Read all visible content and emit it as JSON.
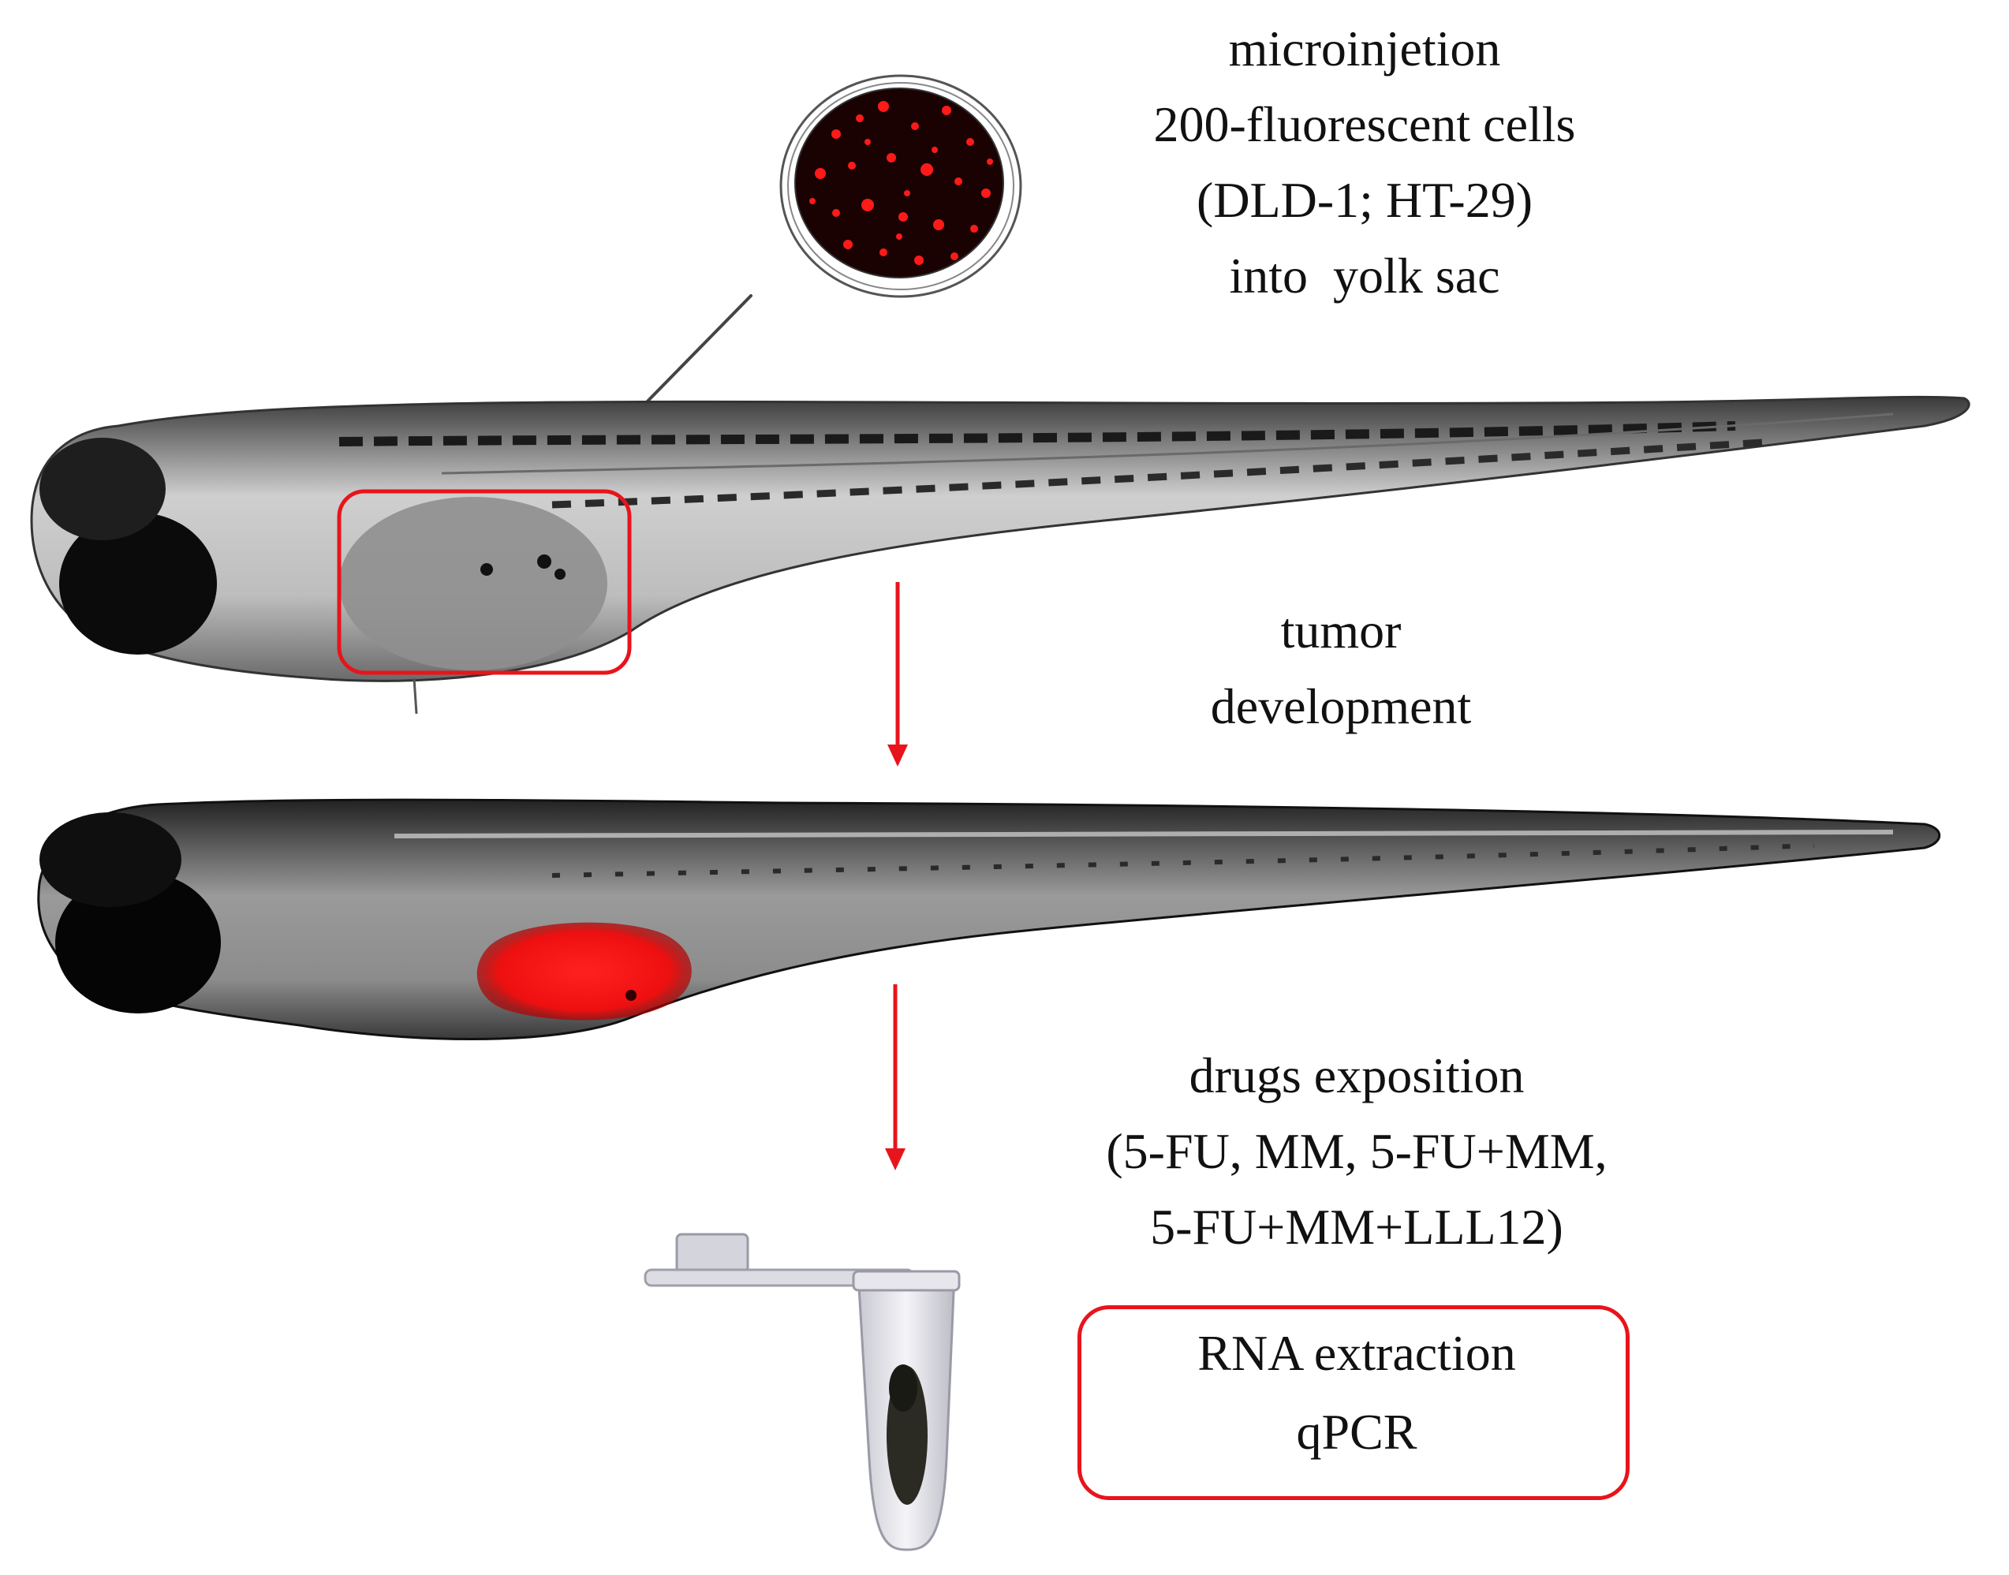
{
  "steps": {
    "injection": [
      "microinjetion",
      "200-fluorescent cells",
      "(DLD-1; HT-29)",
      "into  yolk sac"
    ],
    "tumor": [
      "tumor",
      "development"
    ],
    "drugs": [
      "drugs exposition",
      "(5-FU, MM, 5-FU+MM,",
      "5-FU+MM+LLL12)"
    ],
    "analysis": [
      "RNA extraction",
      "qPCR"
    ]
  },
  "colors": {
    "accent": "#e8141c",
    "tumor_fluorescence": "#ff1a1a",
    "cell_dish_background": "#1a0202"
  },
  "icons": [
    "petri-dish-icon",
    "injection-needle-icon",
    "zebrafish-larva-icon",
    "microtube-icon"
  ]
}
